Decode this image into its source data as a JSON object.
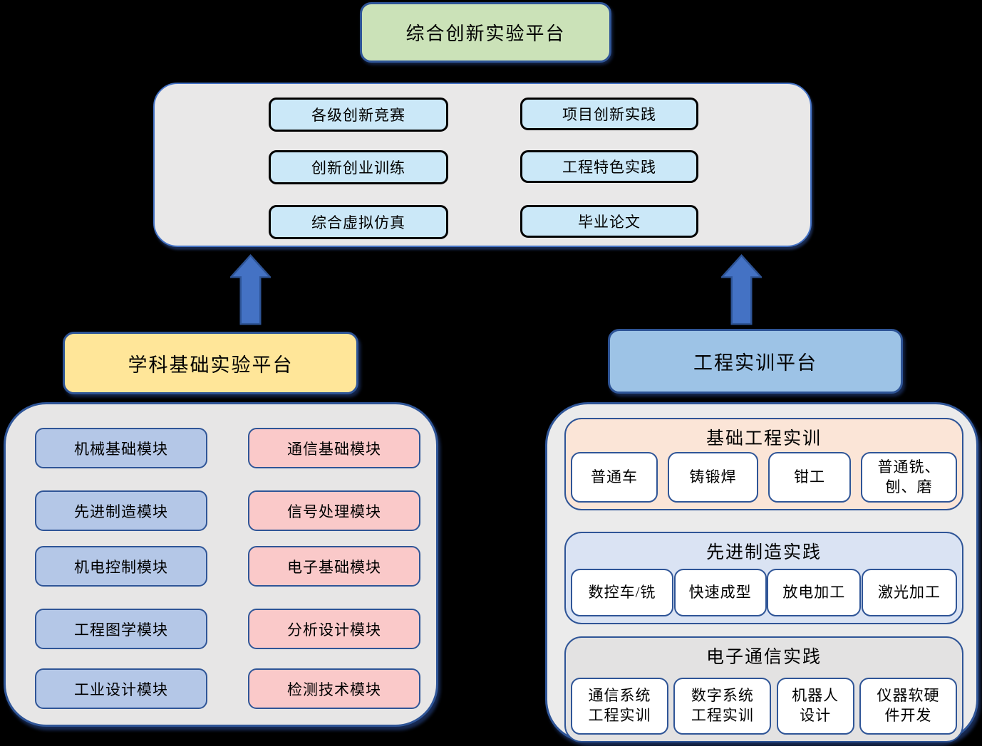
{
  "palette": {
    "background": "#000000",
    "green_platform_fill": "#cbe2b8",
    "yellow_platform_fill": "#ffe699",
    "blue_platform_fill": "#9dc3e6",
    "container_gray_fill": "#e9e8e8",
    "light_blue_item_fill": "#cbe8f8",
    "blue_module_fill": "#b4c7e7",
    "pink_module_fill": "#fac9c9",
    "peach_section_fill": "#fbe5d7",
    "blue_section_fill": "#dae3f3",
    "gray_section_fill": "#e3e2e2",
    "white_item_fill": "#ffffff",
    "arrow_fill": "#4472c4",
    "border_blue": "#2f5597",
    "border_black": "#000000"
  },
  "top_platform": {
    "title": "综合创新实验平台"
  },
  "innovation_area": {
    "left_column": [
      "各级创新竞赛",
      "创新创业训练",
      "综合虚拟仿真"
    ],
    "right_column": [
      "项目创新实践",
      "工程特色实践",
      "毕业论文"
    ]
  },
  "discipline_platform": {
    "title": "学科基础实验平台",
    "left_modules": [
      "机械基础模块",
      "先进制造模块",
      "机电控制模块",
      "工程图学模块",
      "工业设计模块"
    ],
    "right_modules": [
      "通信基础模块",
      "信号处理模块",
      "电子基础模块",
      "分析设计模块",
      "检测技术模块"
    ]
  },
  "training_platform": {
    "title": "工程实训平台",
    "sections": [
      {
        "title": "基础工程实训",
        "items": [
          "普通车",
          "铸锻焊",
          "钳工",
          "普通铣、\n刨、磨"
        ]
      },
      {
        "title": "先进制造实践",
        "items": [
          "数控车/铣",
          "快速成型",
          "放电加工",
          "激光加工"
        ]
      },
      {
        "title": "电子通信实践",
        "items": [
          "通信系统\n工程实训",
          "数字系统\n工程实训",
          "机器人\n设计",
          "仪器软硬\n件开发"
        ]
      }
    ]
  }
}
